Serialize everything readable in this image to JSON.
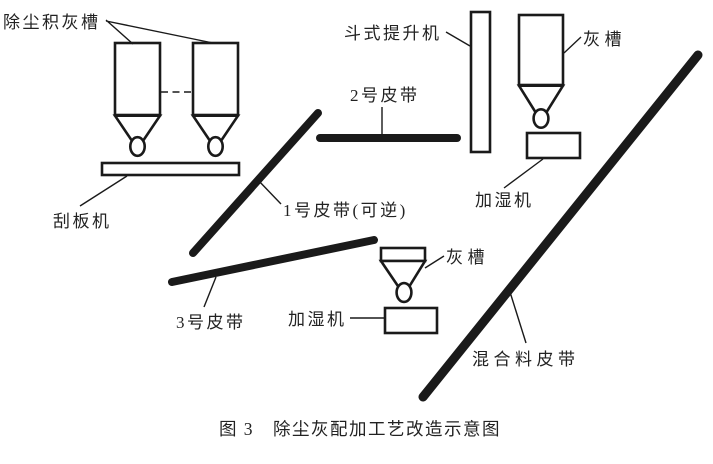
{
  "page": {
    "background_color": "#ffffff",
    "ink_color": "#1a1a1a"
  },
  "figure": {
    "caption": "图 3　除尘灰配加工艺改造示意图",
    "labels": {
      "dust_collection_hoppers": "除尘积灰槽",
      "scraper_conveyor": "刮板机",
      "bucket_elevator": "斗式提升机",
      "ash_tank_top": "灰槽",
      "belt_2": "2号皮带",
      "belt_1": "1号皮带(可逆)",
      "humidifier_top": "加湿机",
      "belt_3": "3号皮带",
      "ash_tank_mid": "灰槽",
      "humidifier_mid": "加湿机",
      "mixed_material_belt": "混合料皮带"
    }
  }
}
